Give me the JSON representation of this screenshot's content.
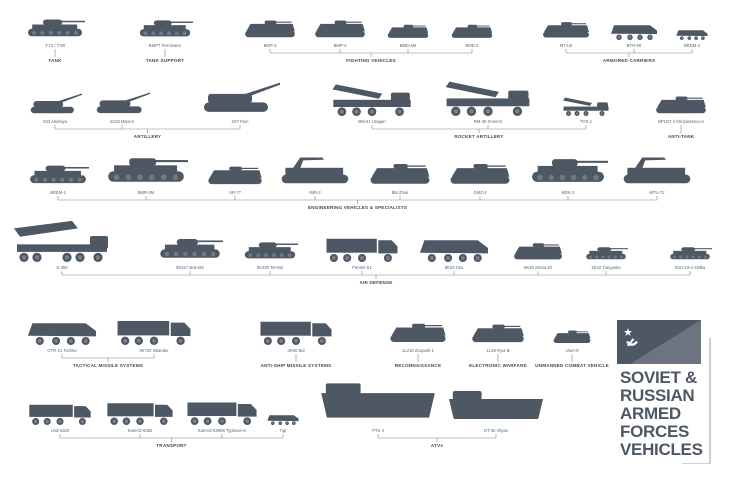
{
  "title": {
    "line1": "SOVIET &",
    "line2": "RUSSIAN",
    "line3": "ARMED",
    "line4": "FORCES",
    "line5": "VEHICLES"
  },
  "colors": {
    "vehicle": "#4e5865",
    "lines": "#7b848f",
    "flag_light": "#ffffff"
  },
  "rows": [
    {
      "groups": [
        {
          "label": "TANK",
          "vehicles": [
            {
              "name": "T-72 / T-90",
              "kind": "tank"
            }
          ]
        },
        {
          "label": "TANK SUPPORT",
          "vehicles": [
            {
              "name": "BMPT Terminator",
              "kind": "tank"
            }
          ]
        },
        {
          "label": "FIGHTING VEHICLES",
          "vehicles": [
            {
              "name": "BMP-3",
              "kind": "ifv"
            },
            {
              "name": "BMP-2",
              "kind": "ifv"
            },
            {
              "name": "BMD-4M",
              "kind": "ifv"
            },
            {
              "name": "BMD-2",
              "kind": "ifv"
            }
          ]
        },
        {
          "label": "ARMORED CARRIERS",
          "vehicles": [
            {
              "name": "MT-LB",
              "kind": "ifv"
            },
            {
              "name": "BTR-80",
              "kind": "wheeled"
            },
            {
              "name": "BRDM-2",
              "kind": "wheeled"
            }
          ]
        }
      ]
    },
    {
      "groups": [
        {
          "label": "ARTILLERY",
          "vehicles": [
            {
              "name": "2S3 Akatsiya",
              "kind": "spg"
            },
            {
              "name": "2S19 Msta-S",
              "kind": "spg"
            },
            {
              "name": "2S7 Pion",
              "kind": "spg"
            }
          ]
        },
        {
          "label": "ROCKET ARTILLERY",
          "vehicles": [
            {
              "name": "BM-21 Uragan",
              "kind": "rocket"
            },
            {
              "name": "BM-30 Smerch",
              "kind": "rocket"
            },
            {
              "name": "TOS-1",
              "kind": "rocket"
            }
          ]
        },
        {
          "label": "ANTI-TANK",
          "vehicles": [
            {
              "name": "BP1D7-2 Khrizantema-S",
              "kind": "ifv"
            }
          ]
        }
      ]
    },
    {
      "groups": [
        {
          "label": "ENGINEERING VEHICLES & SPECIALISTS",
          "vehicles": [
            {
              "name": "BREM-1",
              "kind": "tank"
            },
            {
              "name": "BMR-3M",
              "kind": "tank"
            },
            {
              "name": "UR-77",
              "kind": "ifv"
            },
            {
              "name": "IMR-2",
              "kind": "crane"
            },
            {
              "name": "BM Zhuk",
              "kind": "ifv"
            },
            {
              "name": "GMZ-3",
              "kind": "ifv"
            },
            {
              "name": "MDK-3",
              "kind": "tank"
            },
            {
              "name": "MTU-72",
              "kind": "crane"
            }
          ]
        }
      ]
    },
    {
      "groups": [
        {
          "label": "AIR DEFENSE",
          "vehicles": [
            {
              "name": "S-300",
              "kind": "launcher"
            },
            {
              "name": "9K317 Buk-M2",
              "kind": "tank"
            },
            {
              "name": "9K330 Tor-M2",
              "kind": "tank"
            },
            {
              "name": "Pantsir-S1",
              "kind": "truck"
            },
            {
              "name": "9K33 Osa",
              "kind": "wheeled"
            },
            {
              "name": "9K35 Strela-10",
              "kind": "ifv"
            },
            {
              "name": "2K22 Tunguska",
              "kind": "tank"
            },
            {
              "name": "ZSU-23-4 Shilka",
              "kind": "tank"
            }
          ]
        }
      ]
    },
    {
      "groups": [
        {
          "label": "TACTICAL MISSILE SYSTEMS",
          "vehicles": [
            {
              "name": "OTR-21 Tochka",
              "kind": "wheeled"
            },
            {
              "name": "9K720 Iskander",
              "kind": "truck"
            }
          ]
        },
        {
          "label": "ANTI-SHIP MISSILE SYSTEMS",
          "vehicles": [
            {
              "name": "3K60 Bal",
              "kind": "truck"
            }
          ]
        },
        {
          "label": "RECONNAISSANCE",
          "vehicles": [
            {
              "name": "1L219 Zoopark-1",
              "kind": "ifv"
            }
          ]
        },
        {
          "label": "ELECTRONIC WARFARE",
          "vehicles": [
            {
              "name": "1L29 Ryui-B",
              "kind": "ifv"
            }
          ]
        },
        {
          "label": "UNMANNED COMBAT VEHICLE",
          "vehicles": [
            {
              "name": "Uran-9",
              "kind": "ifv"
            }
          ]
        }
      ]
    },
    {
      "groups": [
        {
          "label": "TRANSPORT",
          "vehicles": [
            {
              "name": "Ural-4320",
              "kind": "truck"
            },
            {
              "name": "KamAZ-6350",
              "kind": "truck"
            },
            {
              "name": "KamAZ-63968 Typhoon-K",
              "kind": "truck"
            },
            {
              "name": "Tigr",
              "kind": "wheeled"
            }
          ]
        },
        {
          "label": "ATVs",
          "vehicles": [
            {
              "name": "PTS-4",
              "kind": "amphib"
            },
            {
              "name": "DT-30 Vityaz",
              "kind": "amphib"
            }
          ]
        }
      ]
    }
  ]
}
